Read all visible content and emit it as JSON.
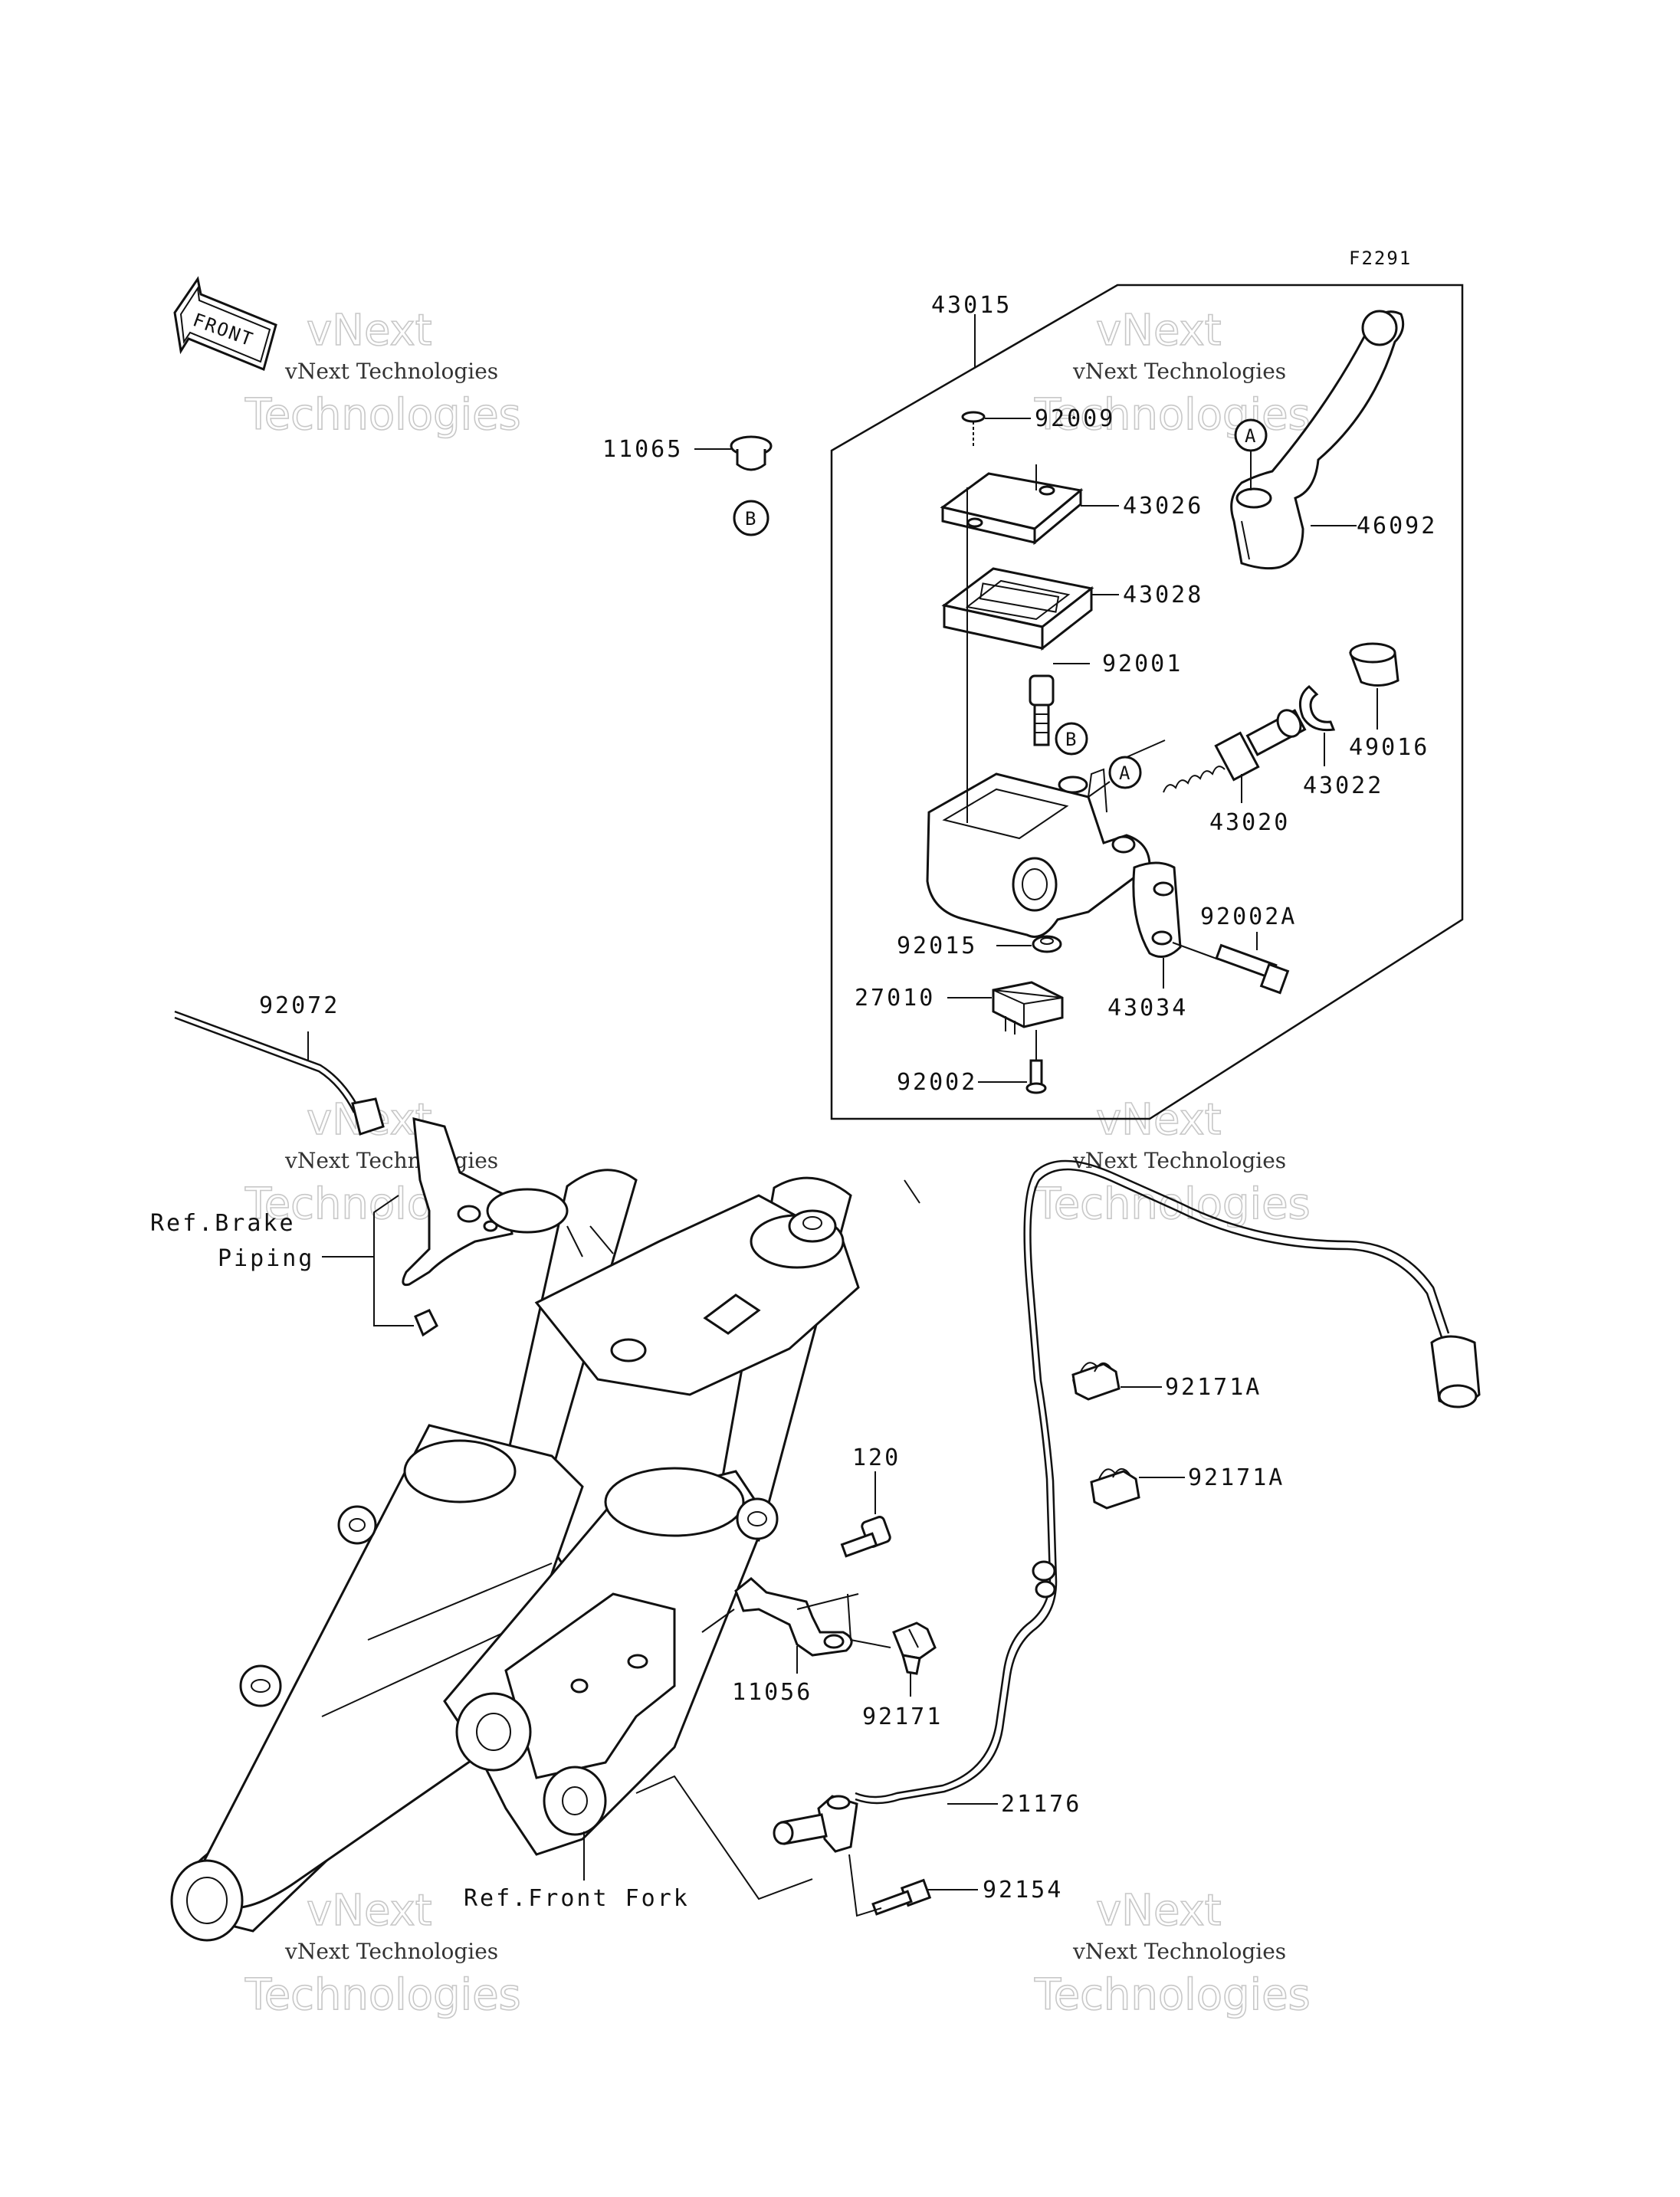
{
  "diagram_code": "F2291",
  "front_arrow_text": "FRONT",
  "callout_a": "A",
  "callout_b": "B",
  "parts": {
    "p43015": "43015",
    "p92009": "92009",
    "p43026": "43026",
    "p43028": "43028",
    "p92001": "92001",
    "p46092": "46092",
    "p49016": "49016",
    "p43022": "43022",
    "p43020": "43020",
    "p92002A": "92002A",
    "p43034": "43034",
    "p92015": "92015",
    "p27010": "27010",
    "p92002": "92002",
    "p11065": "11065",
    "p92072": "92072",
    "p92171A_1": "92171A",
    "p92171A_2": "92171A",
    "p120": "120",
    "p11056": "11056",
    "p92171": "92171",
    "p21176": "21176",
    "p92154": "92154"
  },
  "refs": {
    "brake_line1": "Ref.Brake",
    "brake_line2": "Piping",
    "front_fork": "Ref.Front Fork"
  },
  "watermark": {
    "brand": "vNext",
    "company": "Technologies",
    "full": "vNext Technologies"
  }
}
